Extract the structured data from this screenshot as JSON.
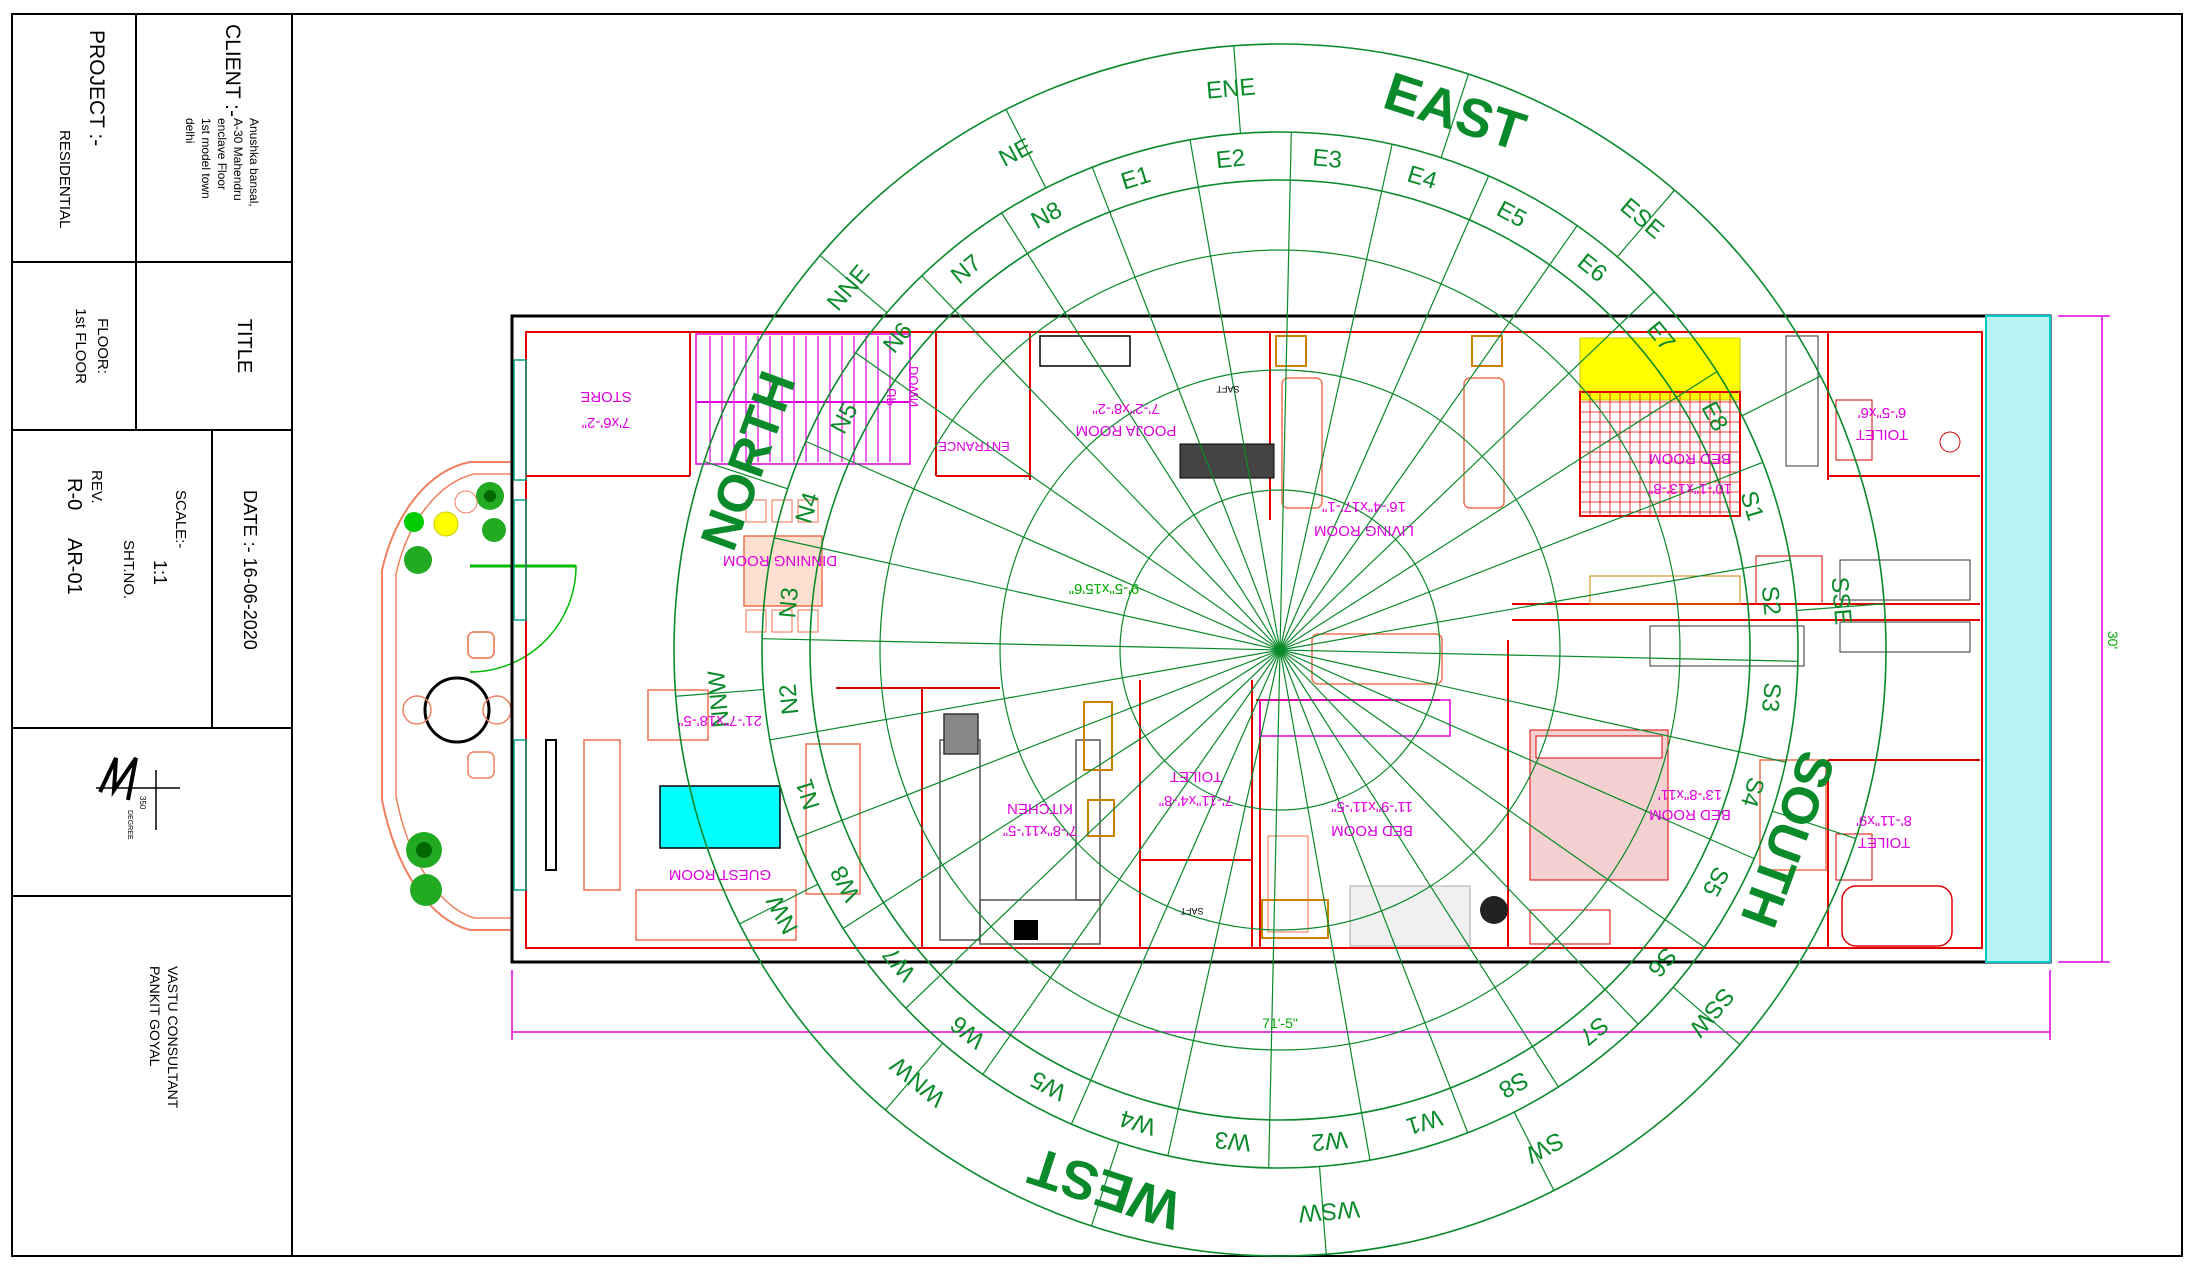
{
  "title_block": {
    "project_label": "PROJECT :-",
    "project_value": "RESIDENTIAL",
    "client_label": "CLIENT :-",
    "client_lines": [
      "Anushka bansal,",
      "A-30 Mahendru",
      "enclave Floor",
      "1st model town",
      "delhi"
    ],
    "floor_label": "FLOOR:",
    "floor_value": "1st FLOOR",
    "title_label": "TITLE",
    "rev_label": "REV.",
    "rev_value": "R-0",
    "sht_label": "SHT.NO.",
    "sht_value": "AR-01",
    "scale_label": "SCALE:-",
    "scale_value": "1:1",
    "date_label": "DATE :- 16-06-2020",
    "north_degree": "350",
    "north_degree_unit": "DEGREE",
    "consultant_line1": "VASTU CONSULTANT",
    "consultant_line2": "PANKIT GOYAL"
  },
  "compass": {
    "cardinals": {
      "north": "NORTH",
      "east": "EAST",
      "south": "SOUTH",
      "west": "WEST"
    },
    "outer_labels": [
      "ENE",
      "ESE",
      "SSE",
      "SSW",
      "SW",
      "WSW",
      "WNW",
      "NW",
      "NNW",
      "NNE",
      "NE"
    ],
    "padas": [
      "N1",
      "N2",
      "N3",
      "N4",
      "N5",
      "N6",
      "N7",
      "N8",
      "E1",
      "E2",
      "E3",
      "E4",
      "E5",
      "E6",
      "E7",
      "E8",
      "S1",
      "S2",
      "S3",
      "S4",
      "S5",
      "S6",
      "S7",
      "S8",
      "W1",
      "W2",
      "W3",
      "W4",
      "W5",
      "W6",
      "W7",
      "W8"
    ]
  },
  "rooms": {
    "store": {
      "name": "STORE",
      "size": "7'x6'-2\""
    },
    "pooja": {
      "name": "POOJA ROOM",
      "size": "7'-2\"x8'-2\""
    },
    "entrance": {
      "name": "ENTRANCE"
    },
    "up": "UP",
    "down": "DOWN",
    "dining": {
      "name": "DINNING ROOM"
    },
    "living": {
      "name": "LIVING ROOM",
      "size": "16'-4\"x17'-1\""
    },
    "passage": "9'-5\"x15'6\"",
    "bed_ne": {
      "name": "BED ROOM",
      "size": "10'-1\"x13'-8\""
    },
    "toilet_ne": {
      "name": "TOILET",
      "size": "6'-5\"x6'"
    },
    "guest": {
      "name": "GUEST ROOM",
      "size": "21'-7\"x18'-5\""
    },
    "kitchen": {
      "name": "KITCHEN",
      "size": "7'-8\"x11'-5\""
    },
    "toilet_mid": {
      "name": "TOILET",
      "size": "7'-11\"x4'-8\""
    },
    "bed_mid": {
      "name": "BED ROOM",
      "size": "11'-9\"x11'-5\""
    },
    "bed_se": {
      "name": "BED ROOM",
      "size": "13'-8\"x11'"
    },
    "toilet_se": {
      "name": "TOILET",
      "size": "8'-11\"x9'"
    },
    "shaft": "SAFT"
  },
  "dimensions": {
    "length": "71'-5\"",
    "width": "30'"
  },
  "colors": {
    "compass": "#0a8a2a",
    "walls": "#e00000",
    "room_text": "#e000e0",
    "dim_line": "#e000e0",
    "furniture": "#f07050",
    "furniture_alt": "#d08000",
    "balcony_edge": "#f08060",
    "highlight": "#ffff00",
    "water": "#00ffff"
  }
}
